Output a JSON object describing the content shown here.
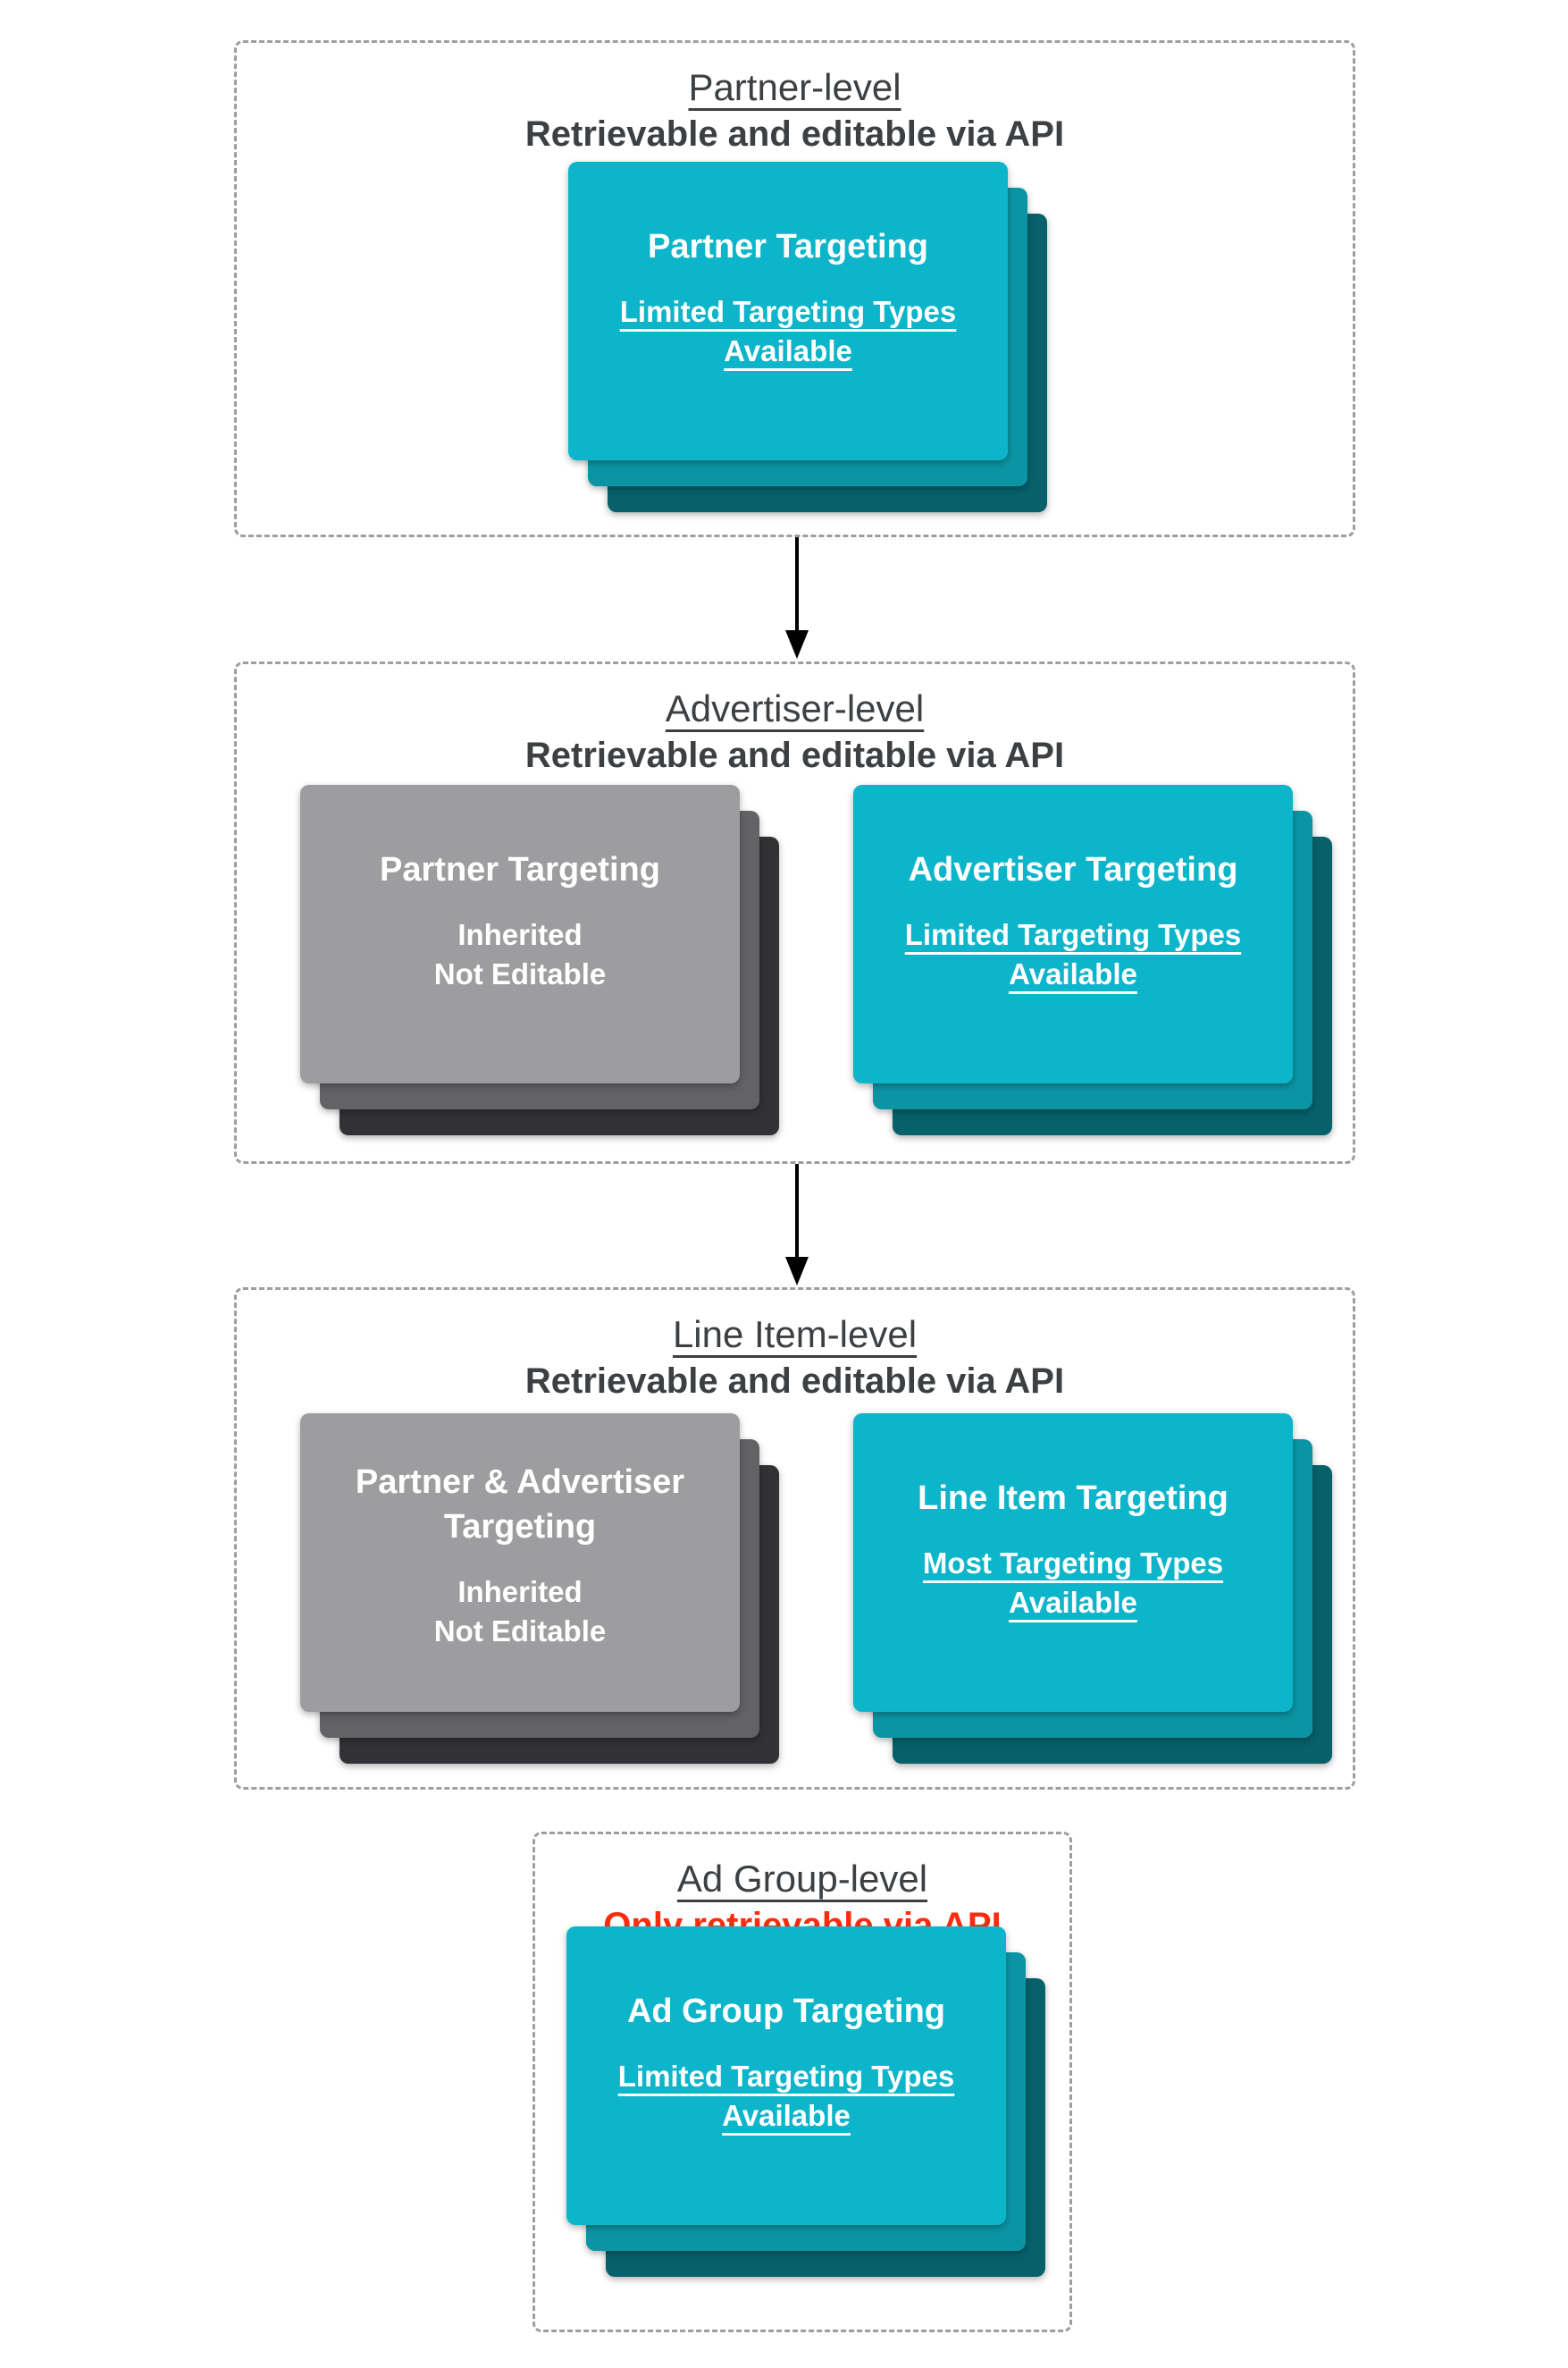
{
  "colors": {
    "teal_front": "#0cb5ca",
    "teal_mid": "#0b95a4",
    "teal_back": "#06616b",
    "gray_front": "#9d9d9f",
    "gray_mid": "#636366",
    "gray_back": "#323236",
    "heading": "#3c4043",
    "red": "#fb2c0f",
    "dashed_border": "#9e9e9e",
    "card_text": "#ffffff",
    "arrow": "#000000"
  },
  "sections": [
    {
      "title": "Partner-level",
      "subtitle": "Retrievable and editable via API",
      "cards": [
        {
          "variant": "teal",
          "title_lines": [
            "Partner Targeting"
          ],
          "body_lines": [
            "Limited Targeting Types",
            "Available"
          ]
        }
      ]
    },
    {
      "title": "Advertiser-level",
      "subtitle": "Retrievable and editable via API",
      "cards": [
        {
          "variant": "gray",
          "title_lines": [
            "Partner Targeting"
          ],
          "body_lines": [
            "Inherited",
            "Not Editable"
          ]
        },
        {
          "variant": "teal",
          "title_lines": [
            "Advertiser Targeting"
          ],
          "body_lines": [
            "Limited Targeting Types",
            "Available"
          ]
        }
      ]
    },
    {
      "title": "Line Item-level",
      "subtitle": "Retrievable and editable via API",
      "cards": [
        {
          "variant": "gray",
          "title_lines": [
            "Partner & Advertiser",
            "Targeting"
          ],
          "body_lines": [
            "Inherited",
            "Not Editable"
          ]
        },
        {
          "variant": "teal",
          "title_lines": [
            "Line Item Targeting"
          ],
          "body_lines": [
            "Most Targeting Types",
            "Available"
          ]
        }
      ]
    },
    {
      "title": "Ad Group-level",
      "subtitle": "Only retrievable via API",
      "subtitle_color": "#fb2c0f",
      "cards": [
        {
          "variant": "teal",
          "title_lines": [
            "Ad Group Targeting"
          ],
          "body_lines": [
            "Limited Targeting Types",
            "Available"
          ]
        }
      ]
    }
  ]
}
